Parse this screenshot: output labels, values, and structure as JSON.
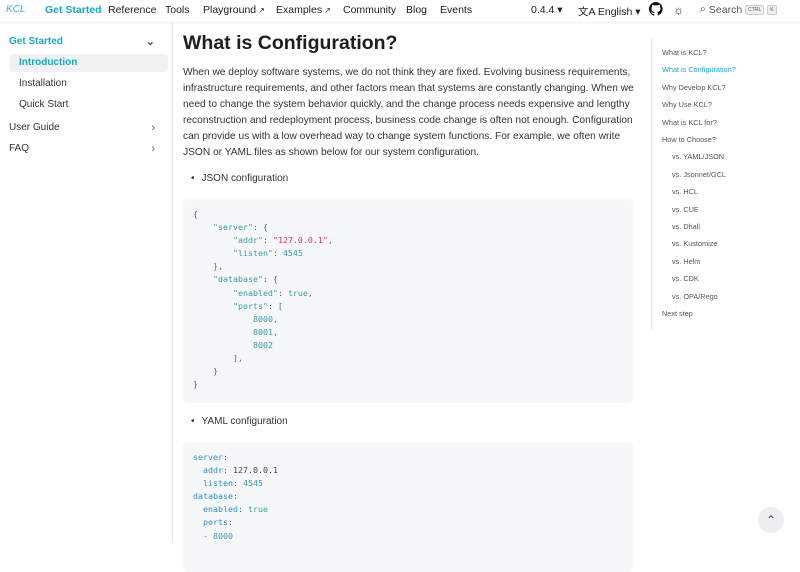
{
  "navbar": {
    "logo": "KCL",
    "items": [
      {
        "label": "Get Started",
        "active": true
      },
      {
        "label": "Reference"
      },
      {
        "label": "Tools"
      },
      {
        "label": "Playground",
        "external": true
      },
      {
        "label": "Examples",
        "external": true
      },
      {
        "label": "Community"
      },
      {
        "label": "Blog"
      },
      {
        "label": "Events"
      }
    ],
    "version": "0.4.4",
    "language": "English",
    "search": "Search",
    "kbd_ctrl": "CTRL",
    "kbd_k": "K"
  },
  "sidebar": {
    "section": "Get Started",
    "items": [
      "Introduction",
      "Installation",
      "Quick Start"
    ],
    "others": [
      "User Guide",
      "FAQ"
    ]
  },
  "main": {
    "title": "What is Configuration?",
    "paragraph": "When we deploy software systems, we do not think they are fixed. Evolving business requirements, infrastructure requirements, and other factors mean that systems are constantly changing. When we need to change the system behavior quickly, and the change process needs expensive and lengthy reconstruction and redeployment process, business code change is often not enough. Configuration can provide us with a low overhead way to change system functions. For example, we often write JSON or YAML files as shown below for our system configuration.",
    "bullet_json": "JSON configuration",
    "bullet_yaml": "YAML configuration",
    "json_code": [
      [
        [
          "{",
          "punc"
        ]
      ],
      [
        [
          "    ",
          ""
        ],
        [
          "\"server\"",
          "key"
        ],
        [
          ": {",
          "punc"
        ]
      ],
      [
        [
          "        ",
          ""
        ],
        [
          "\"addr\"",
          "key"
        ],
        [
          ": ",
          "punc"
        ],
        [
          "\"127.0.0.1\"",
          "str"
        ],
        [
          ",",
          "punc"
        ]
      ],
      [
        [
          "        ",
          ""
        ],
        [
          "\"listen\"",
          "key"
        ],
        [
          ": ",
          "punc"
        ],
        [
          "4545",
          "num"
        ]
      ],
      [
        [
          "    },",
          "punc"
        ]
      ],
      [
        [
          "    ",
          ""
        ],
        [
          "\"database\"",
          "key"
        ],
        [
          ": {",
          "punc"
        ]
      ],
      [
        [
          "        ",
          ""
        ],
        [
          "\"enabled\"",
          "key"
        ],
        [
          ": ",
          "punc"
        ],
        [
          "true",
          "num"
        ],
        [
          ",",
          "punc"
        ]
      ],
      [
        [
          "        ",
          ""
        ],
        [
          "\"ports\"",
          "key"
        ],
        [
          ": [",
          "punc"
        ]
      ],
      [
        [
          "            ",
          ""
        ],
        [
          "8000",
          "num"
        ],
        [
          ",",
          "punc"
        ]
      ],
      [
        [
          "            ",
          ""
        ],
        [
          "8001",
          "num"
        ],
        [
          ",",
          "punc"
        ]
      ],
      [
        [
          "            ",
          ""
        ],
        [
          "8002",
          "num"
        ]
      ],
      [
        [
          "        ],",
          "punc"
        ]
      ],
      [
        [
          "    }",
          "punc"
        ]
      ],
      [
        [
          "}",
          "punc"
        ]
      ]
    ],
    "yaml_code": [
      [
        [
          "server",
          "ykey"
        ],
        [
          ":",
          "punc"
        ]
      ],
      [
        [
          "  ",
          ""
        ],
        [
          "addr",
          "ykey"
        ],
        [
          ": ",
          "punc"
        ],
        [
          "127.0.0.1",
          "plain"
        ]
      ],
      [
        [
          "  ",
          ""
        ],
        [
          "listen",
          "ykey"
        ],
        [
          ": ",
          "punc"
        ],
        [
          "4545",
          "num"
        ]
      ],
      [
        [
          "database",
          "ykey"
        ],
        [
          ":",
          "punc"
        ]
      ],
      [
        [
          "  ",
          ""
        ],
        [
          "enabled",
          "ykey"
        ],
        [
          ": ",
          "punc"
        ],
        [
          "true",
          "num"
        ]
      ],
      [
        [
          "  ",
          ""
        ],
        [
          "ports",
          "ykey"
        ],
        [
          ":",
          "punc"
        ]
      ],
      [
        [
          "  - ",
          "punc"
        ],
        [
          "8000",
          "num"
        ]
      ]
    ]
  },
  "toc": [
    {
      "label": "What is KCL?"
    },
    {
      "label": "What is Configuration?",
      "active": true
    },
    {
      "label": "Why Develop KCL?"
    },
    {
      "label": "Why Use KCL?"
    },
    {
      "label": "What is KCL for?"
    },
    {
      "label": "How to Choose?"
    },
    {
      "label": "vs. YAML/JSON",
      "indent": true
    },
    {
      "label": "vs. Jsonnet/GCL",
      "indent": true
    },
    {
      "label": "vs. HCL",
      "indent": true
    },
    {
      "label": "vs. CUE",
      "indent": true
    },
    {
      "label": "vs. Dhall",
      "indent": true
    },
    {
      "label": "vs. Kustomize",
      "indent": true
    },
    {
      "label": "vs. Helm",
      "indent": true
    },
    {
      "label": "vs. CDK",
      "indent": true
    },
    {
      "label": "vs. OPA/Rego",
      "indent": true
    },
    {
      "label": "Next step"
    }
  ],
  "colors": {
    "accent": "#19a9c0",
    "code_bg": "#f6f7f8"
  }
}
